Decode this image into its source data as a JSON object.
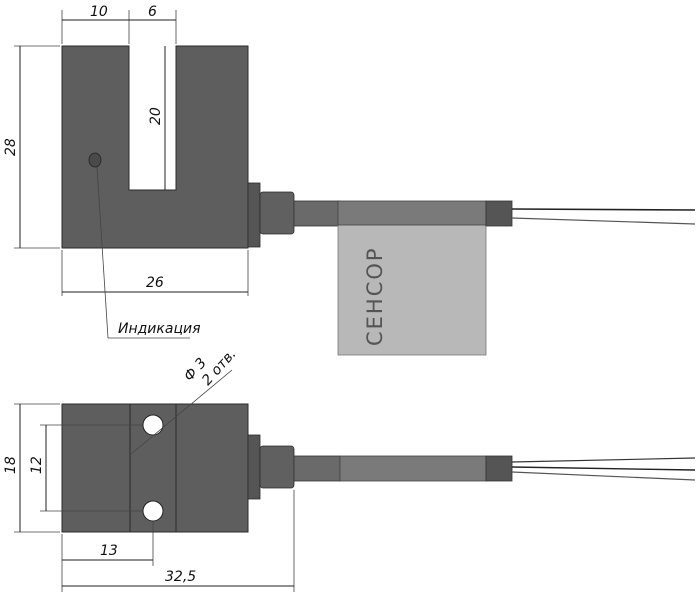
{
  "dimensions": {
    "top_width_left": "10",
    "top_slot_width": "6",
    "slot_depth": "20",
    "height_left": "28",
    "body_width": "26",
    "bottom_height_outer": "18",
    "bottom_height_inner": "12",
    "hole_offset": "13",
    "total_length": "32,5"
  },
  "hole_note": {
    "diameter": "Ф 3",
    "count": "2 отв."
  },
  "labels": {
    "indication": "Индикация",
    "brand": "СЕНСОР"
  },
  "colors": {
    "body": "#5e5e5e",
    "tag": "#b8b8b8",
    "cable": "#6a6a6a"
  }
}
